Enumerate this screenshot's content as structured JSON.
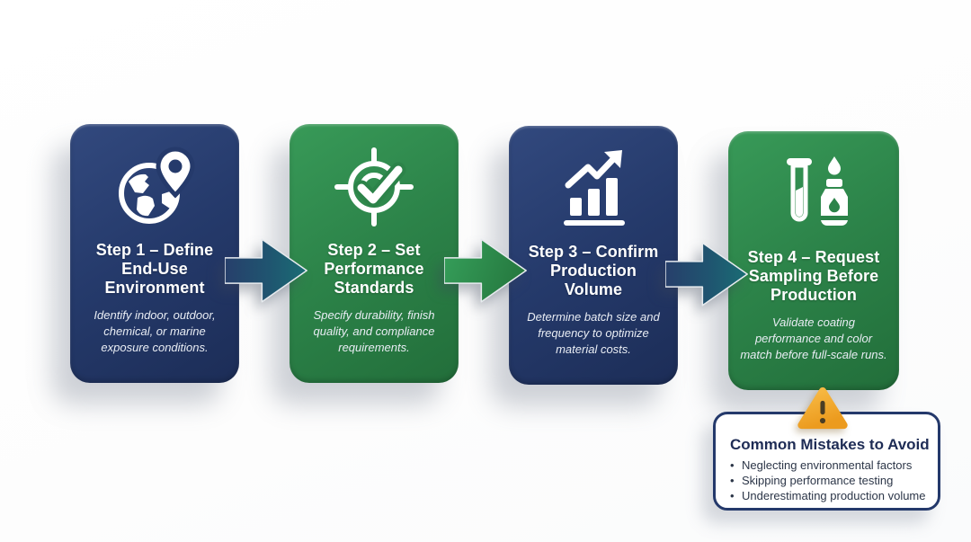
{
  "colors": {
    "navy_card": "#253a6b",
    "green_card": "#2c8349",
    "teal_arrow_start": "#273f6b",
    "teal_arrow_end": "#1a6d74",
    "green_arrow_start": "#36a05b",
    "green_arrow_end": "#267a40",
    "callout_border": "#24396b",
    "callout_title_text": "#1e2c55",
    "warning_amber": "#f3a72c",
    "card_text": "#ffffff"
  },
  "steps": [
    {
      "icon": "globe-pin-icon",
      "title": "Step 1 – Define End-Use Environment",
      "description": "Identify indoor, outdoor, chemical, or marine exposure conditions."
    },
    {
      "icon": "target-check-icon",
      "title": "Step 2 – Set Performance Standards",
      "description": "Specify durability, finish quality, and compliance requirements."
    },
    {
      "icon": "bar-chart-growth-icon",
      "title": "Step 3 – Confirm Production Volume",
      "description": "Determine batch size and frequency to optimize material costs."
    },
    {
      "icon": "test-tube-bottle-icon",
      "title": "Step 4 – Request Sampling Before Production",
      "description": "Validate coating performance and color match before full-scale runs."
    }
  ],
  "callout": {
    "title": "Common Mistakes to Avoid",
    "bullets": [
      "Neglecting environmental factors",
      "Skipping performance testing",
      "Underestimating production volume"
    ]
  }
}
